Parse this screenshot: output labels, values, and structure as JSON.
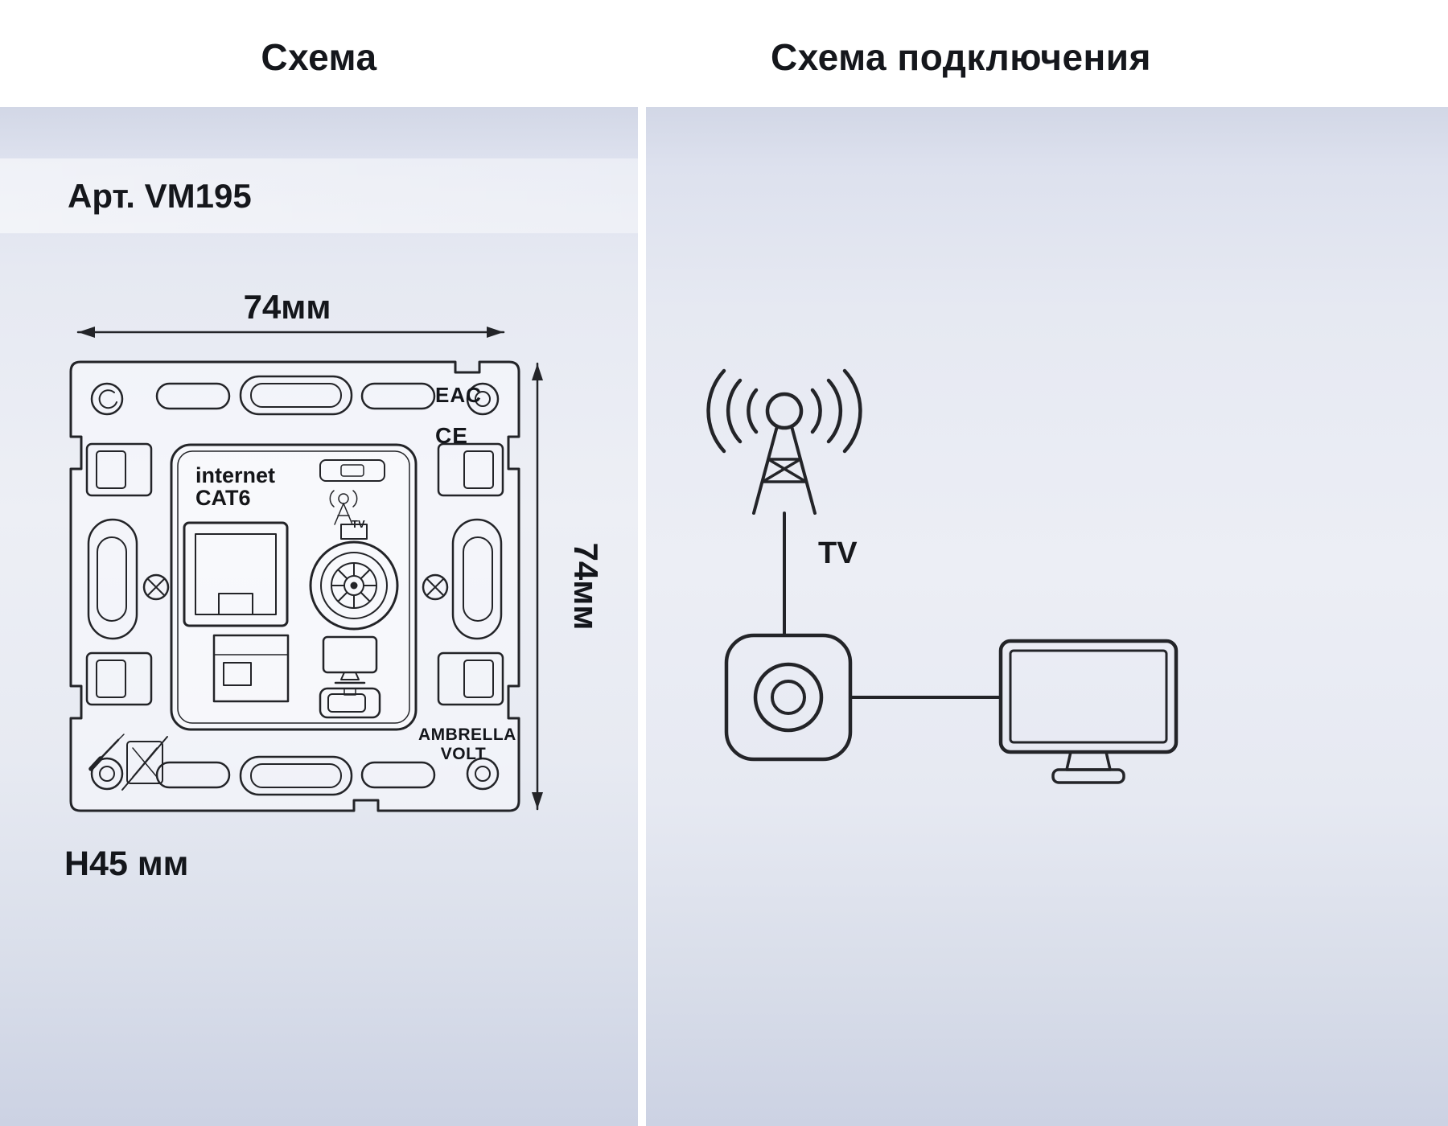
{
  "header": {
    "left_title": "Схема",
    "right_title": "Схема подключения"
  },
  "scheme_panel": {
    "article": "Арт. VM195",
    "width_dim": "74мм",
    "height_dim": "74мм",
    "depth": "H45 мм",
    "device_labels": {
      "internet": "internet",
      "cat": "CAT6",
      "tv_mark": "TV",
      "eac": "EAC",
      "ce": "CE",
      "brand1": "AMBRELLA",
      "brand2": "VOLT"
    }
  },
  "connection_panel": {
    "tv_label": "TV"
  },
  "colors": {
    "background": "#ffffff",
    "panel_top": "#d2d7e6",
    "panel_light": "#edeff5",
    "panel_bottom": "#ccd2e3",
    "article_band": "#eceef6",
    "text": "#15171c",
    "line": "#232428"
  },
  "icons": [
    "antenna-icon",
    "signal-waves-icon",
    "socket-icon",
    "tv-icon",
    "rj45-jack-icon",
    "coax-connector-icon",
    "screw-hole-icon",
    "adjust-screw-icon",
    "level-indicator-icon",
    "antenna-tv-mark-icon",
    "monitor-mark-icon",
    "plug-mark-icon",
    "screwdriver-icon",
    "no-dispose-icon"
  ]
}
